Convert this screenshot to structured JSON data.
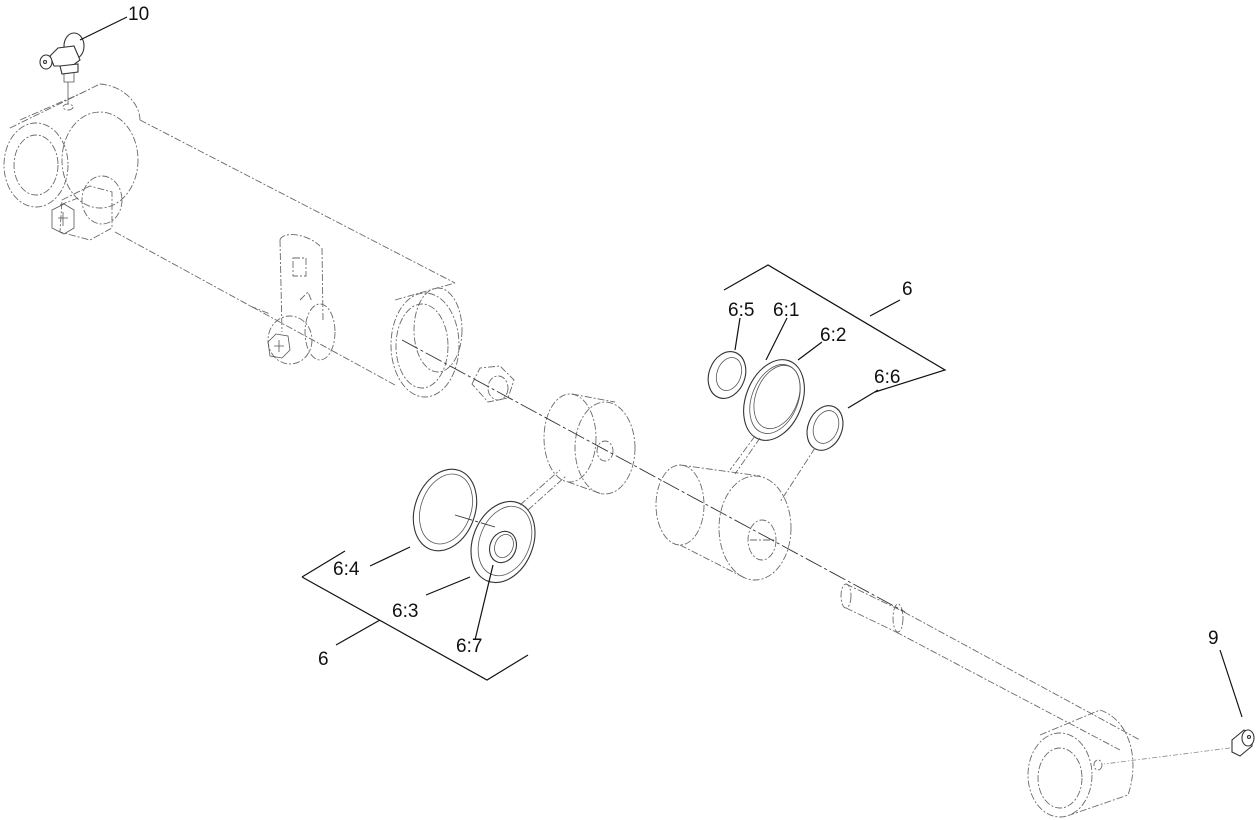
{
  "diagram": {
    "type": "exploded-parts-view",
    "subject": "hydraulic cylinder seal kit",
    "callouts": [
      {
        "id": "c10",
        "label": "10",
        "part": "grease fitting (90°)"
      },
      {
        "id": "c6_top",
        "label": "6",
        "part": "seal kit (bracket, upper)"
      },
      {
        "id": "c6_5",
        "label": "6:5",
        "part": "wiper seal"
      },
      {
        "id": "c6_1",
        "label": "6:1",
        "part": "o-ring"
      },
      {
        "id": "c6_2",
        "label": "6:2",
        "part": "backup ring"
      },
      {
        "id": "c6_6",
        "label": "6:6",
        "part": "rod seal"
      },
      {
        "id": "c6_4",
        "label": "6:4",
        "part": "o-ring"
      },
      {
        "id": "c6_3",
        "label": "6:3",
        "part": "piston seal"
      },
      {
        "id": "c6_7",
        "label": "6:7",
        "part": "o-ring (inner)"
      },
      {
        "id": "c6_bottom",
        "label": "6",
        "part": "seal kit (bracket, lower)"
      },
      {
        "id": "c9",
        "label": "9",
        "part": "grease fitting (straight)"
      }
    ],
    "colors": {
      "linework": "#333333",
      "phantom": "#6a6a6a",
      "background": "#ffffff"
    }
  }
}
